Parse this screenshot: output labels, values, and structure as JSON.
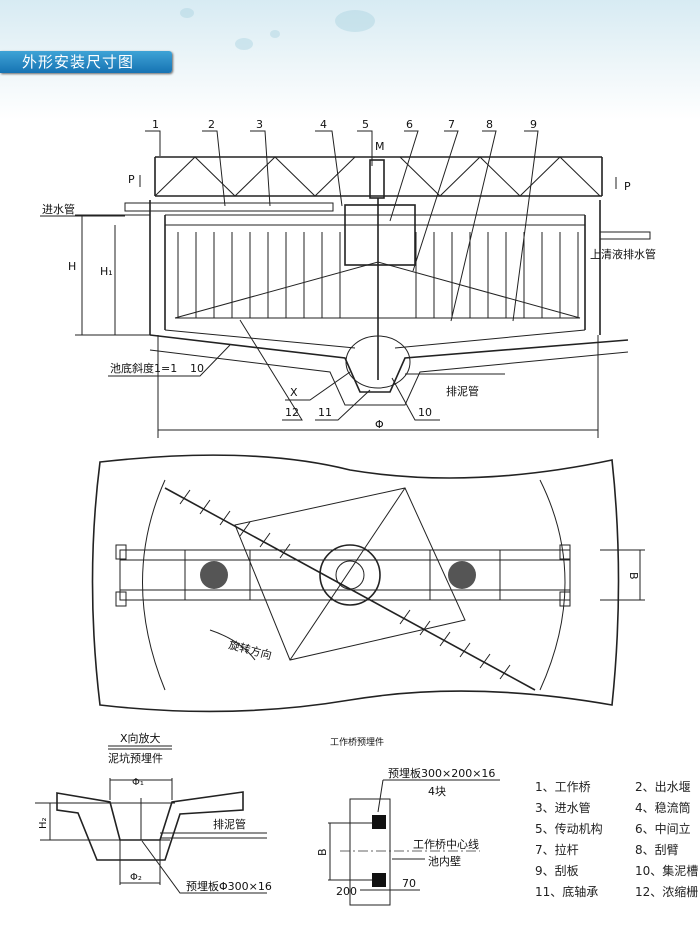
{
  "header": {
    "title": "外形安装尺寸图"
  },
  "elevation": {
    "part_numbers": [
      "1",
      "2",
      "3",
      "4",
      "5",
      "6",
      "7",
      "8",
      "9"
    ],
    "motor_label": "M",
    "p_left": "P",
    "p_right": "P",
    "inlet_pipe": "进水管",
    "supernatant_pipe": "上清液排水管",
    "h_label": "H",
    "h1_label": "H₁",
    "floor_slope": "池底斜度1=1",
    "label_10a": "10",
    "label_x": "X",
    "label_12": "12",
    "label_11": "11",
    "label_10b": "10",
    "sludge_pipe": "排泥管",
    "diameter_label": "Φ"
  },
  "plan": {
    "b_label": "B",
    "rotation": "旋转方向"
  },
  "detail_x": {
    "title": "X向放大",
    "subtitle": "泥坑预埋件",
    "phi1": "Φ₁",
    "phi2": "Φ₂",
    "h2": "H₂",
    "sludge_pipe": "排泥管",
    "plate": "预埋板Φ300×16"
  },
  "detail_bridge": {
    "title": "工作桥预埋件",
    "plate": "预埋板300×200×16",
    "count": "4块",
    "centerline": "工作桥中心线",
    "inner_wall": "池内壁",
    "b_label": "B",
    "dim_200": "200",
    "dim_70": "70"
  },
  "legend": {
    "items": [
      [
        "1、工作桥",
        "2、出水堰"
      ],
      [
        "3、进水管",
        "4、稳流筒"
      ],
      [
        "5、传动机构",
        "6、中间立"
      ],
      [
        "7、拉杆",
        "8、刮臂"
      ],
      [
        "9、刮板",
        "10、集泥槽"
      ],
      [
        "11、底轴承",
        "12、浓缩栅"
      ]
    ]
  }
}
